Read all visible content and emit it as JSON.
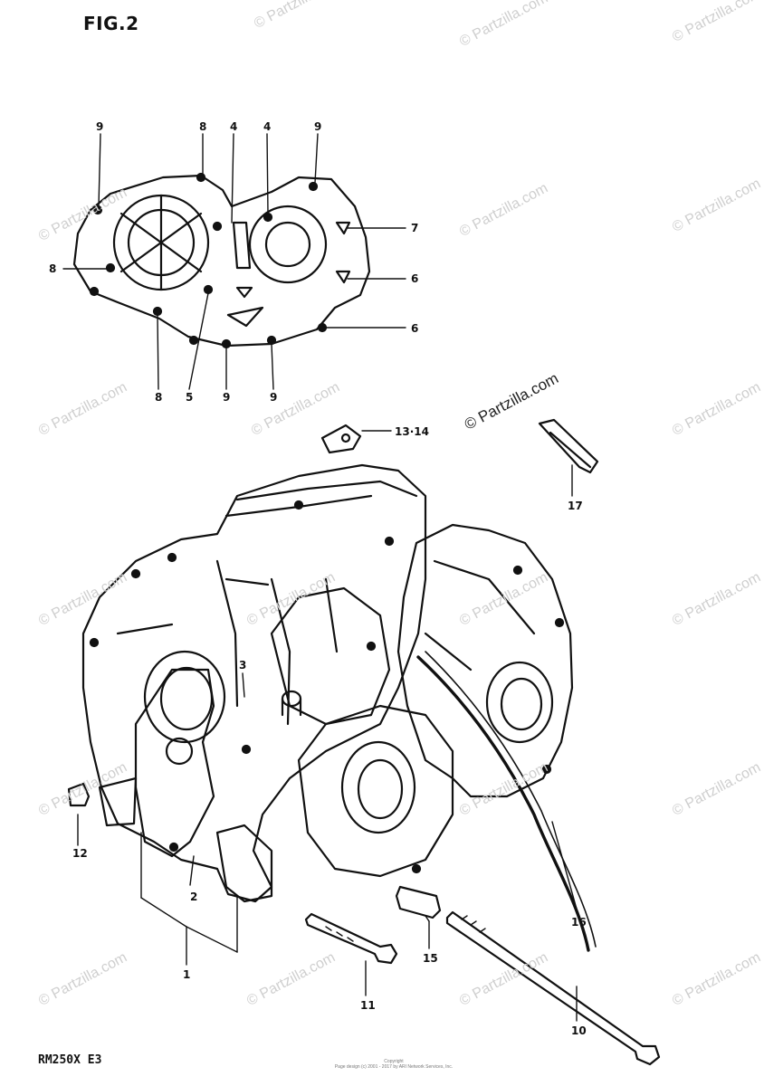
{
  "figure": {
    "title": "FIG.2",
    "model": "RM250X  E3"
  },
  "watermark": {
    "text": "© Partzilla.com",
    "feature_text": "© Partzilla.com"
  },
  "copyright": {
    "line1": "Copyright",
    "line2": "Page design (c) 2001 - 2017 by ARI Network Services, Inc."
  },
  "callouts": {
    "top": {
      "c9a": "9",
      "c8a": "8",
      "c4a": "4",
      "c4b": "4",
      "c9b": "9",
      "c7": "7",
      "c8b": "8",
      "c6a": "6",
      "c6b": "6",
      "c8c": "8",
      "c5": "5",
      "c9c": "9",
      "c9d": "9"
    },
    "main": {
      "c13_14": "13·14",
      "c17": "17",
      "c3": "3",
      "c12": "12",
      "c2": "2",
      "c1": "1",
      "c16": "16",
      "c15": "15",
      "c11": "11",
      "c10": "10"
    }
  }
}
